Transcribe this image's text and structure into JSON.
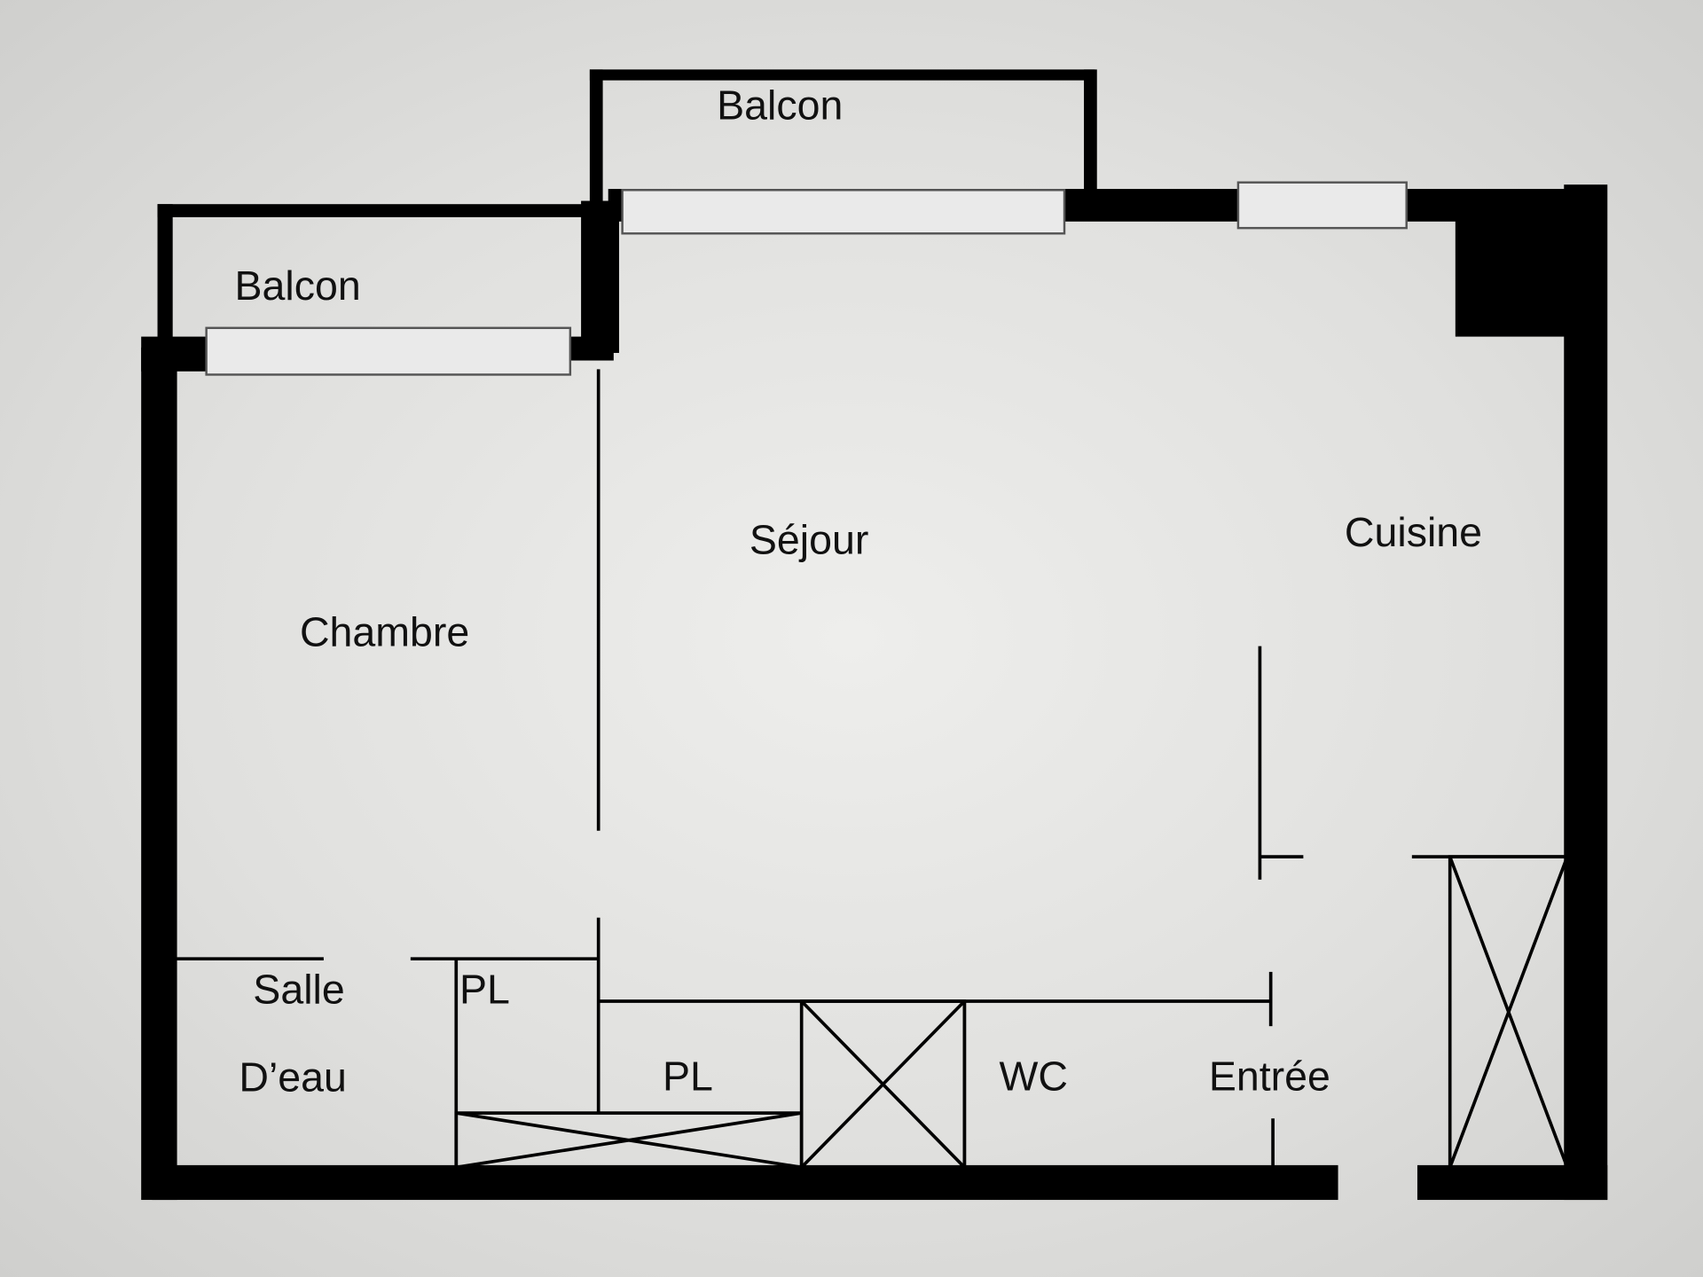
{
  "plan": {
    "rooms": {
      "balcon_top": "Balcon",
      "balcon_left": "Balcon",
      "sejour": "Séjour",
      "cuisine": "Cuisine",
      "chambre": "Chambre",
      "salle": "Salle",
      "deau": "D’eau",
      "pl_upper": "PL",
      "pl_lower": "PL",
      "wc": "WC",
      "entree": "Entrée"
    }
  }
}
